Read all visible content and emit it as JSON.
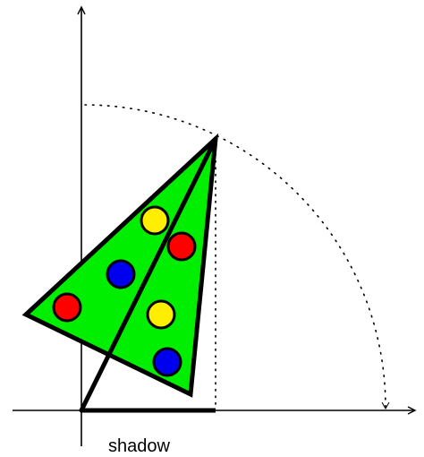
{
  "diagram": {
    "shadow_label": "shadow"
  },
  "colors": {
    "tree_fill": "#00ee00",
    "outline": "#000000",
    "ornament_red": "#ff0000",
    "ornament_yellow": "#ffee00",
    "ornament_blue": "#0000ee",
    "background": "#ffffff"
  },
  "ornaments": [
    {
      "color": "yellow"
    },
    {
      "color": "red"
    },
    {
      "color": "blue"
    },
    {
      "color": "red"
    },
    {
      "color": "yellow"
    },
    {
      "color": "blue"
    }
  ]
}
